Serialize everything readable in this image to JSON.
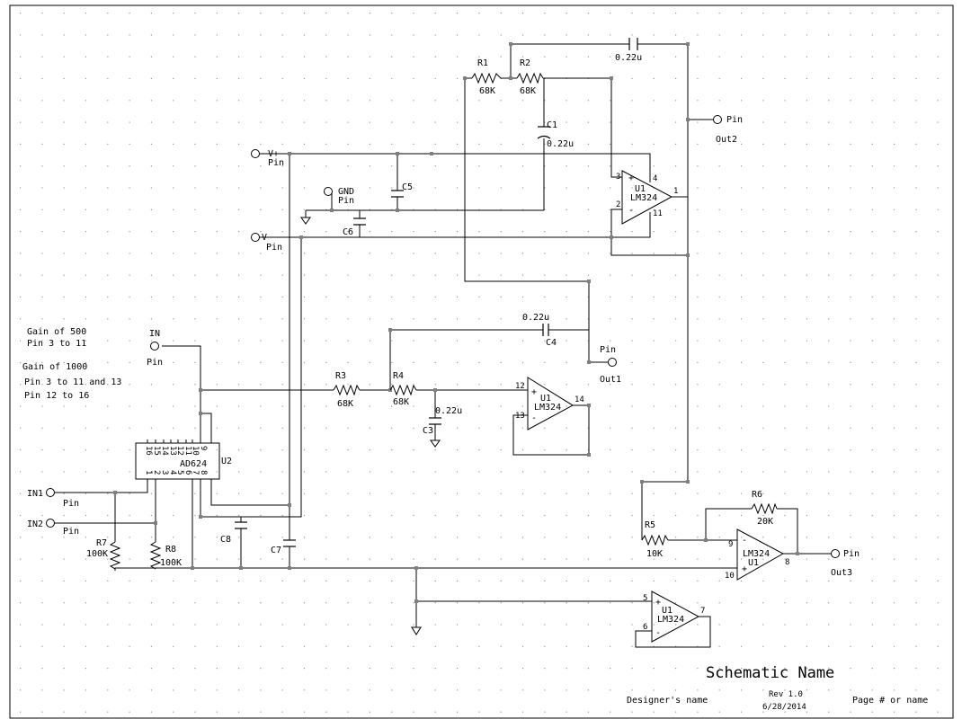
{
  "schematic": {
    "components": {
      "r1": {
        "ref": "R1",
        "value": "68K"
      },
      "r2": {
        "ref": "R2",
        "value": "68K"
      },
      "r3": {
        "ref": "R3",
        "value": "68K"
      },
      "r4": {
        "ref": "R4",
        "value": "68K"
      },
      "r5": {
        "ref": "R5",
        "value": "10K"
      },
      "r6": {
        "ref": "R6",
        "value": "20K"
      },
      "r7": {
        "ref": "R7",
        "value": "100K"
      },
      "r8": {
        "ref": "R8",
        "value": "100K"
      },
      "c1": {
        "ref": "C1",
        "value": "0.22u"
      },
      "c3": {
        "ref": "C3",
        "value": "0.22u"
      },
      "c4": {
        "ref": "C4",
        "value": "0.22u"
      },
      "c_top_value": "0.22u",
      "c5": {
        "ref": "C5"
      },
      "c6": {
        "ref": "C6"
      },
      "c7": {
        "ref": "C7"
      },
      "c8": {
        "ref": "C8"
      },
      "opamp": {
        "ref": "U1",
        "part": "LM324"
      },
      "amp": {
        "ref": "U2",
        "part": "AD624"
      }
    },
    "opamp_pins": {
      "a": {
        "plus": "3",
        "minus": "2",
        "out": "1",
        "vpos": "4",
        "vneg": "11"
      },
      "b": {
        "plus": "12",
        "minus": "13",
        "out": "14"
      },
      "c": {
        "minus": "9",
        "plus": "10",
        "out": "8"
      },
      "d": {
        "plus": "5",
        "minus": "6",
        "out": "7"
      }
    },
    "ad624_pins": {
      "top": [
        "16",
        "15",
        "14",
        "13",
        "12",
        "11",
        "10",
        "9"
      ],
      "bottom": [
        "1",
        "2",
        "3",
        "4",
        "5",
        "6",
        "7",
        "8"
      ]
    },
    "ports": {
      "pin_word": "Pin",
      "vplus": "V+",
      "vminus": "V-",
      "gnd": "GND",
      "in": "IN",
      "in1": "IN1",
      "in2": "IN2",
      "out1": "Out1",
      "out2": "Out2",
      "out3": "Out3"
    },
    "notes": {
      "gain500": "Gain of 500",
      "gain500_pins": "Pin 3 to 11",
      "gain1000": "Gain of 1000",
      "gain1000_pins_a": "Pin 3 to 11 and 13",
      "gain1000_pins_b": "Pin 12 to 16"
    }
  },
  "title_block": {
    "name": "Schematic Name",
    "designer": "Designer's name",
    "revision": "Rev 1.0",
    "date": "6/28/2014",
    "page": "Page # or name"
  }
}
